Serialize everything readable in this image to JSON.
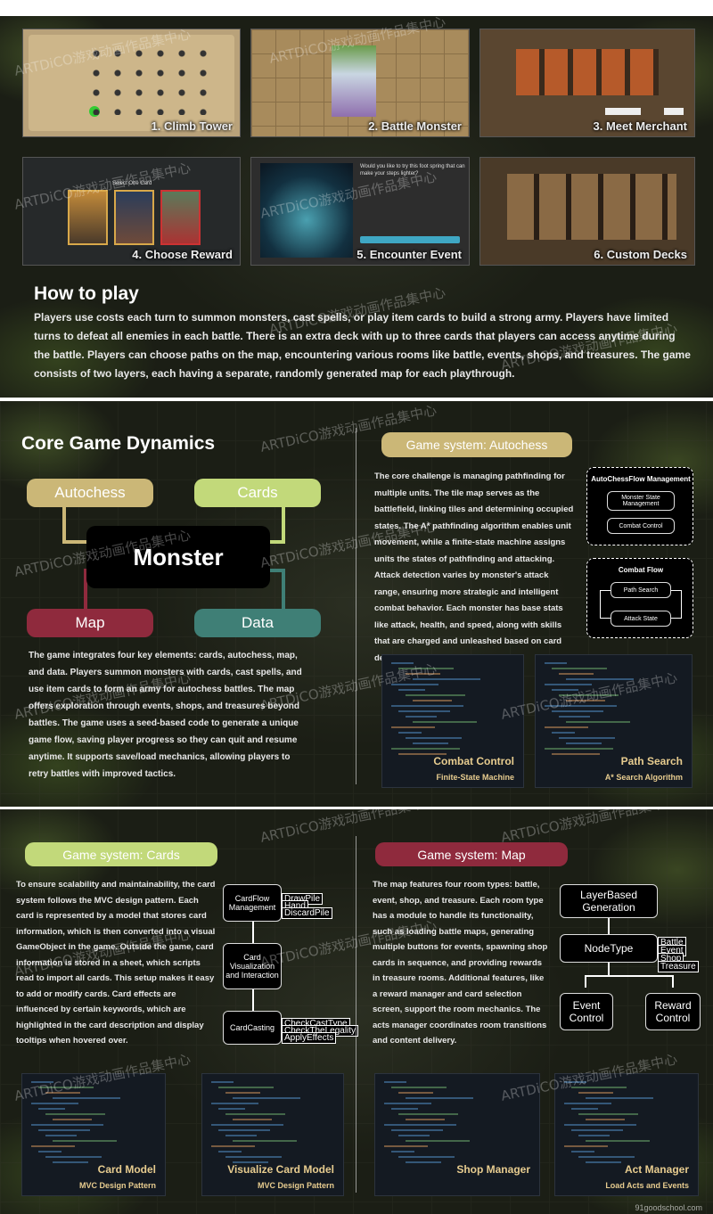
{
  "panel1": {
    "screens": [
      {
        "caption": "1. Climb Tower"
      },
      {
        "caption": "2. Battle Monster"
      },
      {
        "caption": "3. Meet Merchant"
      },
      {
        "caption": "4. Choose Reward"
      },
      {
        "caption": "5. Encounter Event"
      },
      {
        "caption": "6. Custom Decks"
      }
    ],
    "event_prompt": "Would you like to try this foot spring that can make your steps lighter?",
    "reward_prompt": "Select One Card",
    "how_title": "How to play",
    "how_text": "Players use costs each turn to summon monsters, cast spells, or play item cards to build a strong army. Players have limited turns to defeat all enemies in each battle. There is an extra deck with up to three cards that players can access anytime during the battle. Players can choose paths on the map, encountering various rooms like battle, events, shops, and treasures. The game consists of two layers, each having a separate, randomly generated map for each playthrough."
  },
  "panel2": {
    "title": "Core Game Dynamics",
    "center": "Monster",
    "elements": {
      "autochess": "Autochess",
      "cards": "Cards",
      "map": "Map",
      "data": "Data"
    },
    "left_text": "The game integrates four key elements: cards, autochess, map, and data. Players summon monsters with cards, cast spells, and use item cards to form an army for autochess battles. The map offers exploration through events, shops, and treasures beyond battles. The game uses a seed-based code to generate a unique game flow, saving player progress so they can quit and resume anytime. It supports save/load mechanics, allowing players to retry battles with improved tactics.",
    "autochess_header": "Game system: Autochess",
    "autochess_text": "The core challenge is managing pathfinding for multiple units. The tile map serves as the battlefield, linking tiles and determining occupied states. The A* pathfinding algorithm enables unit movement, while a finite-state machine assigns units the states of pathfinding and attacking. Attack detection varies by monster's attack range, ensuring more strategic and intelligent combat behavior. Each monster has base stats like attack, health, and speed, along with skills that are charged and unleashed based on card descriptions.",
    "flow": {
      "manager_title": "AutoChessFlow Management",
      "monster_state": "Monster State Management",
      "combat_control_box": "Combat Control",
      "combat_flow_title": "Combat Flow",
      "path_search": "Path Search",
      "attack_state": "Attack State"
    },
    "code_panels": [
      {
        "label": "Combat Control",
        "sub": "Finite-State Machine"
      },
      {
        "label": "Path Search",
        "sub": "A* Search Algorithm"
      }
    ]
  },
  "panel3": {
    "cards_header": "Game system: Cards",
    "cards_text": "To ensure scalability and maintainability, the card system follows the MVC design pattern. Each card is represented by a model that stores card information, which is then converted into a visual GameObject in the game. Outside the game, card information is stored in a sheet, which scripts read to import all cards. This setup makes it easy to add or modify cards. Card effects are influenced by certain keywords, which are highlighted in the card description and display tooltips when hovered over.",
    "cards_flow": {
      "cardflow": "CardFlow Management",
      "visualization": "Card Visualization and Interaction",
      "casting": "CardCasting",
      "piles": [
        "DrawPile",
        "Hand",
        "DiscardPile"
      ],
      "checks": [
        "CheckCastType",
        "CheckTheLegality",
        "ApplyEffects"
      ]
    },
    "cards_code": [
      {
        "label": "Card Model",
        "sub": "MVC Design Pattern"
      },
      {
        "label": "Visualize Card Model",
        "sub": "MVC Design Pattern"
      }
    ],
    "map_header": "Game system: Map",
    "map_text": "The map features four room types: battle, event, shop, and treasure. Each room type has a module to handle its functionality, such as loading battle maps, generating multiple buttons for events, spawning shop cards in sequence, and providing rewards in treasure rooms. Additional features, like a reward manager and card selection screen, support the room mechanics. The acts manager coordinates room transitions and content delivery.",
    "map_flow": {
      "layer": "LayerBased Generation",
      "node": "NodeType",
      "types": [
        "Battle",
        "Event",
        "Shop",
        "Treasure"
      ],
      "event_control": "Event Control",
      "reward_control": "Reward Control"
    },
    "map_code": [
      {
        "label": "Shop Manager",
        "sub": ""
      },
      {
        "label": "Act Manager",
        "sub": "Load Acts and Events"
      }
    ]
  },
  "watermark": "ARTDiCO游戏动画作品集中心",
  "footer_site": "91goodschool.com",
  "colors": {
    "autochess": "#cbb777",
    "cards": "#c2d97a",
    "map": "#8f2a3d",
    "data": "#3f7f76",
    "gold": "#e7cc8f"
  }
}
